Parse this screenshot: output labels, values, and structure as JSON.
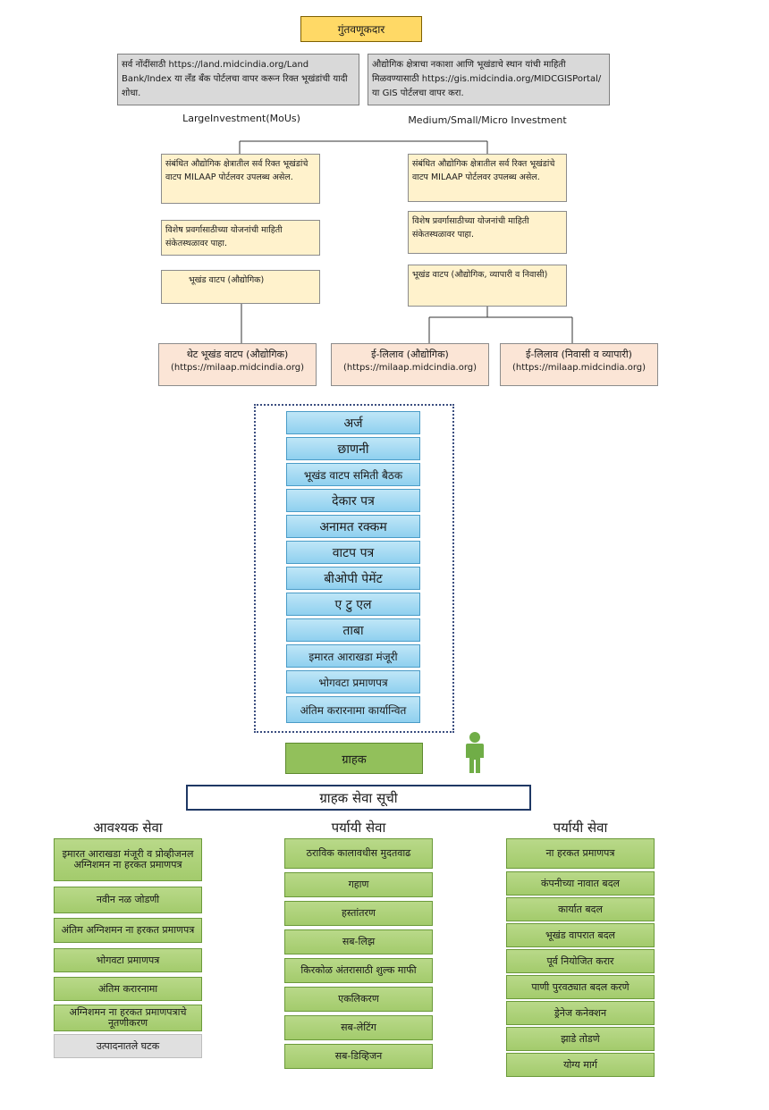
{
  "investor_label": "गुंतवणूकदार",
  "info_left": "सर्व नोंदींसाठी https://land.midcindia.org/Land Bank/Index या लँड बँक पोर्टलचा वापर करून रिक्त भूखंडांची यादी शोधा.",
  "info_right": "औद्योगिक क्षेत्राचा नकाशा आणि भूखंडाचे स्थान यांची माहिती मिळवण्यासाठी https://gis.midcindia.org/MIDCGISPortal/ या GIS पोर्टलचा वापर करा.",
  "large_label": "LargeInvestment(MoUs)",
  "medium_label": "Medium/Small/Micro Investment",
  "left_flow": {
    "box1": "संबंधित औद्योगिक क्षेत्रातील सर्व रिक्त भूखंडांचे वाटप MILAAP पोर्टलवर उपलब्ध असेल.",
    "box2": "विशेष प्रवर्गासाठीच्या योजनांची माहिती संकेतस्थळावर पाहा.",
    "box3": "भूखंड वाटप (औद्योगिक)",
    "result_title": "थेट भूखंड वाटप (औद्योगिक)",
    "result_url": "(https://milaap.midcindia.org)"
  },
  "right_flow": {
    "box1": "संबंधित औद्योगिक क्षेत्रातील सर्व रिक्त भूखंडांचे वाटप MILAAP पोर्टलवर उपलब्ध असेल.",
    "box2": "विशेष प्रवर्गासाठीच्या योजनांची माहिती संकेतस्थळावर पाहा.",
    "box3": "भूखंड वाटप (औद्योगिक, व्यापारी व निवासी)",
    "result1_title": "ई-लिलाव (औद्योगिक)",
    "result1_url": "(https://milaap.midcindia.org)",
    "result2_title": "ई-लिलाव (निवासी व व्यापारी)",
    "result2_url": "(https://milaap.midcindia.org)"
  },
  "steps": [
    "अर्ज",
    "छाणनी",
    "भूखंड वाटप समिती बैठक",
    "देकार पत्र",
    "अनामत रक्कम",
    "वाटप पत्र",
    "बीओपी पेमेंट",
    "ए टु एल",
    "ताबा",
    "इमारत आराखडा मंजूरी",
    "भोगवटा प्रमाणपत्र",
    "अंतिम करारनामा कार्यान्वित"
  ],
  "customer_label": "ग्राहक",
  "service_list_title": "ग्राहक सेवा सूची",
  "columns": [
    {
      "header": "आवश्यक सेवा",
      "items": [
        "इमारत आराखडा मंजूरी व प्रोव्हीजनल अग्निशमन ना हरकत प्रमाणपत्र",
        "नवीन नळ जोडणी",
        "अंतिम अग्निशमन ना हरकत प्रमाणपत्र",
        "भोगवटा प्रमाणपत्र",
        "अंतिम करारनामा",
        "अग्निशमन ना हरकत प्रमाणपत्राचे नूतणीकरण",
        "उत्पादनातले घटक"
      ]
    },
    {
      "header": "पर्यायी सेवा",
      "items": [
        "ठराविक कालावधीस मुदतवाढ",
        "गहाण",
        "हस्तांतरण",
        "सब-लिझ",
        "किरकोळ अंतरासाठी शुल्क माफी",
        "एकलिकरण",
        "सब-लेटिंग",
        "सब-डिव्हिजन"
      ]
    },
    {
      "header": "पर्यायी सेवा",
      "items": [
        "ना हरकत प्रमाणपत्र",
        "कंपनीच्या नावात बदल",
        "कार्यात बदल",
        "भूखंड वापरात बदल",
        "पूर्व नियोजित करार",
        "पाणी पुरवठ्यात बदल करणे",
        "ड्रेनेज कनेक्शन",
        "झाडे तोडणे",
        "योग्य मार्ग"
      ]
    }
  ],
  "colors": {
    "investor": "#ffd966",
    "info": "#d9d9d9",
    "flow": "#fff2cc",
    "result": "#fbe5d6",
    "step": "#9dd5f0",
    "service": "#a3cb6c",
    "person": "#70ad47"
  },
  "icons": {
    "person": "person-icon"
  }
}
